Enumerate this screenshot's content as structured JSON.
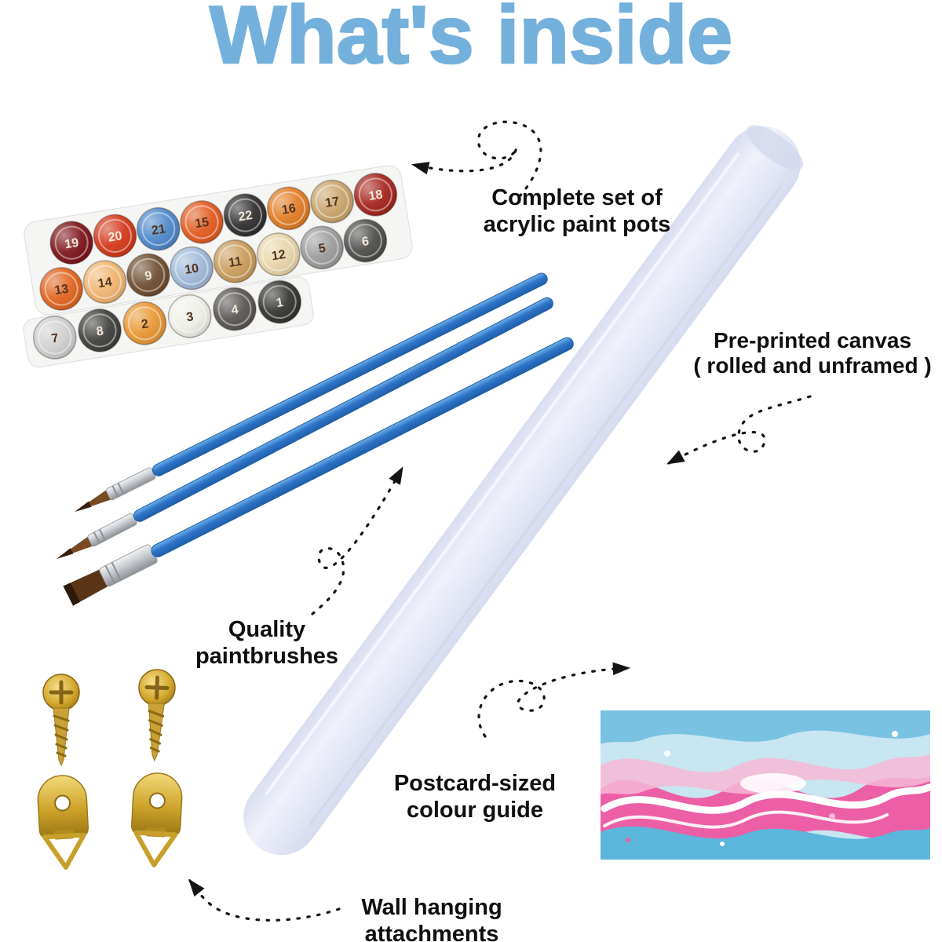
{
  "title": "What's inside",
  "colors": {
    "title_blue": "#74b0dc",
    "label_text": "#0f0f0f",
    "arrow_black": "#141414",
    "brush_handle_blue": "#2e74c8",
    "canvas_lavender": "#e7eaf8",
    "hardware_gold": "#c9a137",
    "postcard_pink": "#ec5fa6",
    "postcard_blue": "#5cb6dc"
  },
  "labels": {
    "paint_pots": {
      "line1": "Complete set of",
      "line2": "acrylic paint pots"
    },
    "canvas": {
      "line1": "Pre-printed canvas",
      "line2": "( rolled and unframed )"
    },
    "brushes": {
      "line1": "Quality",
      "line2": "paintbrushes"
    },
    "colour_guide": {
      "line1": "Postcard-sized",
      "line2": "colour guide"
    },
    "wall_hanging": {
      "line1": "Wall hanging",
      "line2": "attachments"
    }
  },
  "paint_set": {
    "rows": [
      [
        {
          "n": "19",
          "c": "#7a1016"
        },
        {
          "n": "20",
          "c": "#d23415"
        },
        {
          "n": "21",
          "c": "#4a86c8"
        },
        {
          "n": "15",
          "c": "#e2571b"
        },
        {
          "n": "22",
          "c": "#2b2b2b"
        },
        {
          "n": "16",
          "c": "#e07a1f"
        },
        {
          "n": "17",
          "c": "#c8a36a"
        },
        {
          "n": "18",
          "c": "#a32019"
        }
      ],
      [
        {
          "n": "13",
          "c": "#e0611c"
        },
        {
          "n": "14",
          "c": "#f0b36e"
        },
        {
          "n": "9",
          "c": "#6b4a2e"
        },
        {
          "n": "10",
          "c": "#9db8d8"
        },
        {
          "n": "11",
          "c": "#c89a58"
        },
        {
          "n": "12",
          "c": "#e8d4a8"
        },
        {
          "n": "5",
          "c": "#9a9a9a"
        },
        {
          "n": "6",
          "c": "#4a4a48"
        }
      ],
      [
        {
          "n": "7",
          "c": "#cfcfcf"
        },
        {
          "n": "8",
          "c": "#3c3c3a"
        },
        {
          "n": "2",
          "c": "#e8952f"
        },
        {
          "n": "3",
          "c": "#efefe8"
        },
        {
          "n": "4",
          "c": "#565250"
        },
        {
          "n": "1",
          "c": "#30302e"
        }
      ]
    ]
  }
}
